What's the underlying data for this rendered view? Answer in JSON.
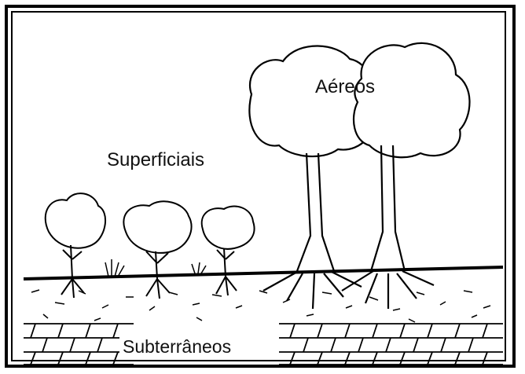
{
  "labels": {
    "superficiais": "Superficiais",
    "aereos": "Aéreos",
    "subterraneos": "Subterrâneos"
  }
}
